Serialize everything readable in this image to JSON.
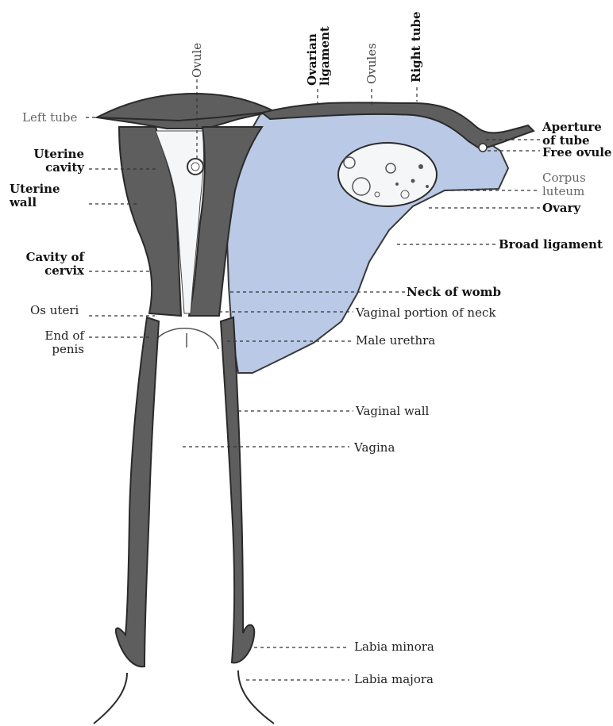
{
  "figure": {
    "labels": {
      "left_tube": "Left tube",
      "uterine_cavity": "Uterine\ncavity",
      "uterine_wall": "Uterine\nwall",
      "cavity_of_cervix": "Cavity of\ncervix",
      "os_uteri": "Os uteri",
      "end_of_penis": "End of\npenis",
      "ovule": "Ovule",
      "ovarian_ligament": "Ovarian\nligament",
      "ovules": "Ovules",
      "right_tube": "Right tube",
      "aperture_of_tube": "Aperture\nof tube",
      "free_ovule": "Free ovule",
      "corpus_luteum": "Corpus\nluteum",
      "ovary": "Ovary",
      "broad_ligament": "Broad ligament",
      "neck_of_womb": "Neck of womb",
      "vaginal_portion_of_neck": "Vaginal portion of neck",
      "male_urethra": "Male urethra",
      "vaginal_wall": "Vaginal wall",
      "vagina": "Vagina",
      "labia_minora": "Labia minora",
      "labia_majora": "Labia majora"
    },
    "colors": {
      "ink": "#2a2a2a",
      "tissue": "#5e5e5e",
      "broad_ligament_fill": "#b9c9e6",
      "background": "#ffffff"
    }
  }
}
